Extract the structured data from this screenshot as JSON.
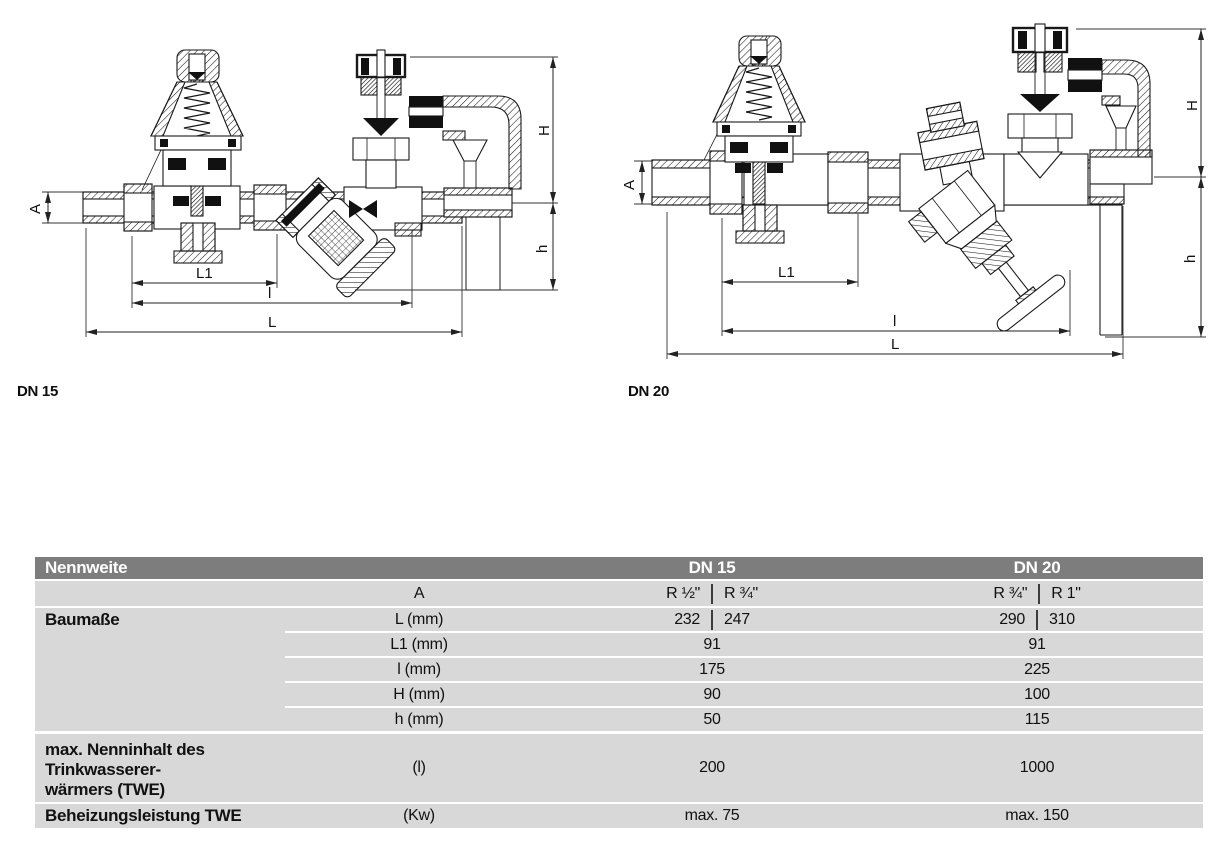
{
  "drawings": {
    "caption_left": "DN 15",
    "caption_right": "DN 20",
    "dim_labels": {
      "A": "A",
      "H": "H",
      "h": "h",
      "L1": "L1",
      "l": "l",
      "L": "L"
    }
  },
  "table": {
    "colors": {
      "header_bg": "#7d7d7d",
      "header_text": "#ffffff",
      "row_bg": "#d8d8d8",
      "text": "#111111"
    },
    "header": {
      "label": "Nennweite",
      "dn15": "DN 15",
      "dn20": "DN 20"
    },
    "rows": {
      "a": {
        "sub": "A",
        "dn15a": "R ½\"",
        "dn15b": "R ¾\"",
        "dn20a": "R ¾\"",
        "dn20b": "R 1\""
      },
      "L": {
        "label": "Baumaße",
        "sub": "L (mm)",
        "dn15a": "232",
        "dn15b": "247",
        "dn20a": "290",
        "dn20b": "310"
      },
      "L1": {
        "sub": "L1 (mm)",
        "dn15": "91",
        "dn20": "91"
      },
      "l": {
        "sub": "l (mm)",
        "dn15": "175",
        "dn20": "225"
      },
      "H": {
        "sub": "H (mm)",
        "dn15": "90",
        "dn20": "100"
      },
      "h": {
        "sub": "h (mm)",
        "dn15": "50",
        "dn20": "115"
      },
      "twe": {
        "label_lines": [
          "max. Nenninhalt des",
          "Trinkwasserer-",
          "wärmers (TWE)"
        ],
        "sub": "(l)",
        "dn15": "200",
        "dn20": "1000"
      },
      "power": {
        "label": "Beheizungsleistung TWE",
        "sub": "(Kw)",
        "dn15": "max. 75",
        "dn20": "max. 150"
      }
    }
  }
}
